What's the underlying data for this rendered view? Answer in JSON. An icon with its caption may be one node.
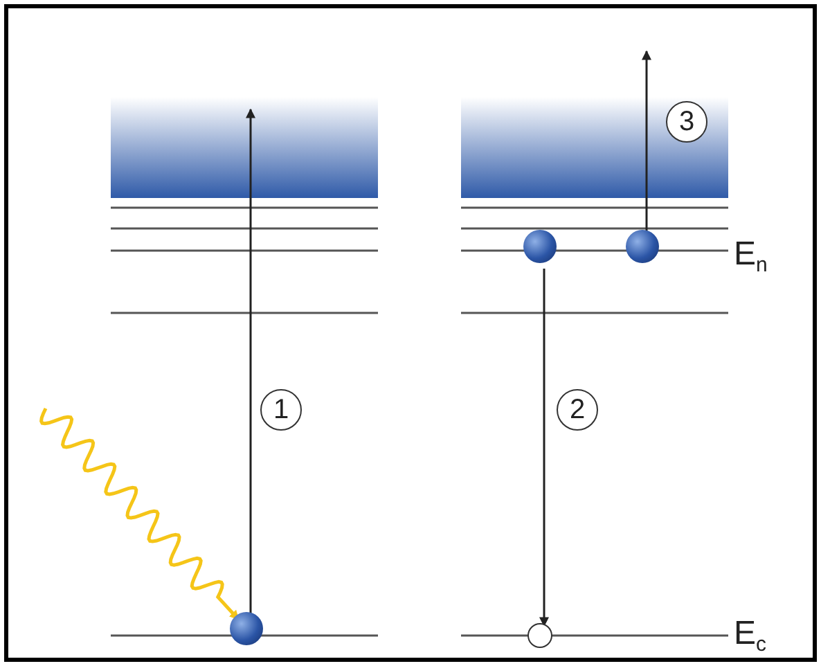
{
  "diagram": {
    "nodes": [
      {
        "text": [],
        "shape": "circle"
      },
      {
        "text": [],
        "shape": "circle"
      },
      {
        "text": [],
        "shape": "circle"
      },
      {
        "text": [],
        "shape": "circle"
      }
    ],
    "edges": [
      {
        "from": null,
        "to": 0,
        "arrow": "to",
        "color": "#f5c518"
      },
      {
        "from": 0,
        "to": null,
        "arrow": "to"
      },
      {
        "from": 1,
        "to": 3,
        "arrow": "to"
      },
      {
        "from": 2,
        "to": null,
        "arrow": "to"
      }
    ],
    "labels": [
      "1",
      "2",
      "3",
      "E$_{n}$",
      "E$_{c}$"
    ]
  }
}
